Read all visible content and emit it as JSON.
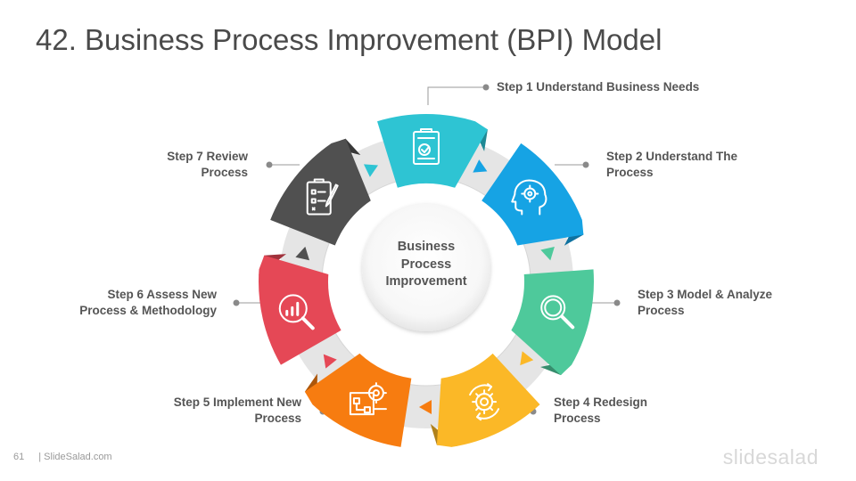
{
  "title": "42. Business Process Improvement (BPI) Model",
  "center": {
    "line1": "Business",
    "line2": "Process",
    "line3": "Improvement"
  },
  "steps": [
    {
      "line1": "Step 1 Understand Business Needs",
      "line2": "",
      "color": "#2ec4d3",
      "icon": "checklist-gear-icon"
    },
    {
      "line1": "Step 2 Understand The",
      "line2": "Process",
      "color": "#16a3e4",
      "icon": "head-gear-icon"
    },
    {
      "line1": "Step 3 Model & Analyze",
      "line2": "Process",
      "color": "#4ec99b",
      "icon": "magnifier-icon"
    },
    {
      "line1": "Step 4 Redesign",
      "line2": "Process",
      "color": "#fbb827",
      "icon": "gear-cycle-icon"
    },
    {
      "line1": "Step 5 Implement New",
      "line2": "Process",
      "color": "#f77c10",
      "icon": "flowchart-gear-icon"
    },
    {
      "line1": "Step 6 Assess New",
      "line2": "Process & Methodology",
      "color": "#e54856",
      "icon": "chart-search-icon"
    },
    {
      "line1": "Step 7 Review",
      "line2": "Process",
      "color": "#505050",
      "icon": "clipboard-pen-icon"
    }
  ],
  "footer": {
    "page": "61",
    "site": "| SlideSalad.com"
  },
  "brand": "slidesalad"
}
